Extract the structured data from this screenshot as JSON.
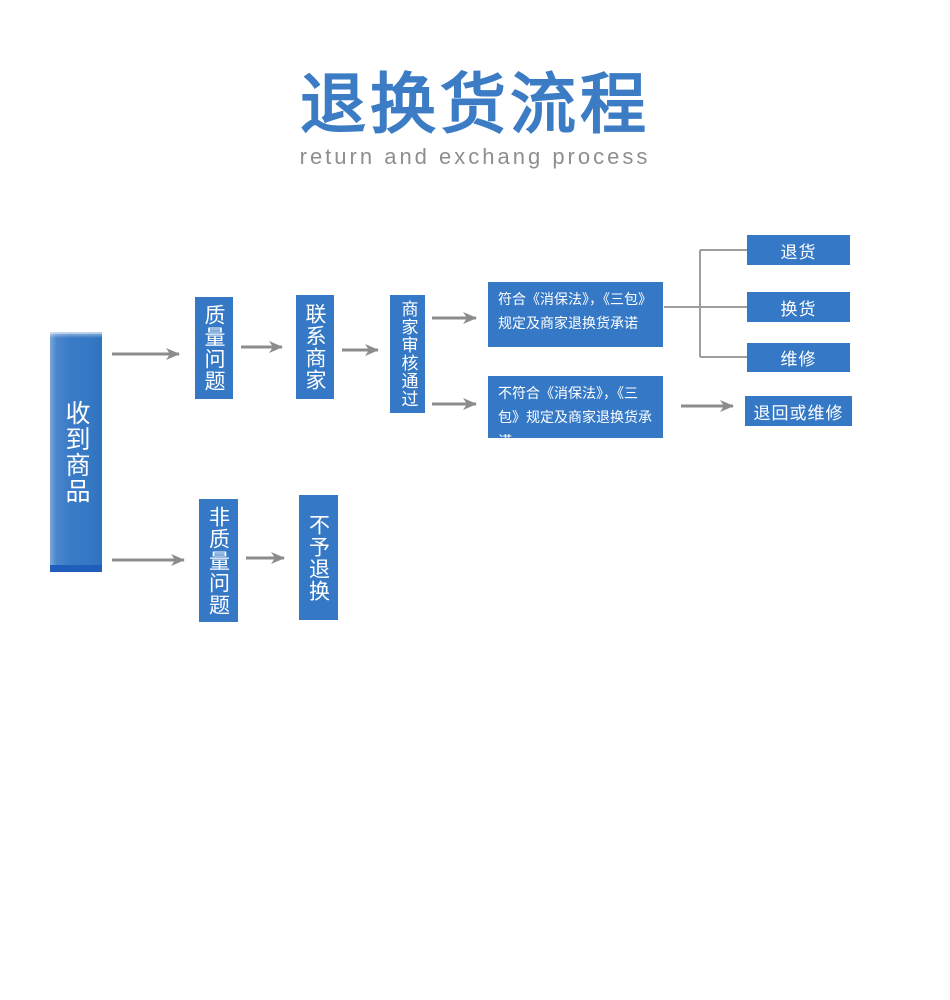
{
  "header": {
    "title_cn": "退换货流程",
    "title_en": "return  and exchang process",
    "title_color": "#3b7cc4",
    "subtitle_color": "#8e8e8e"
  },
  "theme": {
    "node_blue": "#3579c6",
    "node_blue_dark": "#1f5fbb",
    "connector_gray": "#8c8c8c",
    "background": "#ffffff"
  },
  "flow": {
    "nodes": [
      {
        "id": "start",
        "label": "收到商品"
      },
      {
        "id": "quality",
        "label": "质量问题"
      },
      {
        "id": "contact",
        "label": "联系商家"
      },
      {
        "id": "approved",
        "label": "商家审核通过"
      },
      {
        "id": "conform",
        "label": "符合《消保法》，《三包》规定及商家退换货承诺"
      },
      {
        "id": "not-conform",
        "label": "不符合《消保法》，《三包》规定及商家退换货承诺"
      },
      {
        "id": "return",
        "label": "退货"
      },
      {
        "id": "exchange",
        "label": "换货"
      },
      {
        "id": "repair",
        "label": "维修"
      },
      {
        "id": "send-back",
        "label": "退回或维修"
      },
      {
        "id": "non-quality",
        "label": "非质量问题"
      },
      {
        "id": "no-return",
        "label": "不予退换"
      }
    ],
    "edges": [
      {
        "from": "start",
        "to": "quality",
        "type": "arrow"
      },
      {
        "from": "quality",
        "to": "contact",
        "type": "arrow"
      },
      {
        "from": "contact",
        "to": "approved",
        "type": "arrow"
      },
      {
        "from": "approved",
        "to": "conform",
        "type": "arrow"
      },
      {
        "from": "approved",
        "to": "not-conform",
        "type": "arrow"
      },
      {
        "from": "conform",
        "to": "return",
        "type": "bracket"
      },
      {
        "from": "conform",
        "to": "exchange",
        "type": "bracket"
      },
      {
        "from": "conform",
        "to": "repair",
        "type": "bracket"
      },
      {
        "from": "not-conform",
        "to": "send-back",
        "type": "arrow"
      },
      {
        "from": "start",
        "to": "non-quality",
        "type": "arrow"
      },
      {
        "from": "non-quality",
        "to": "no-return",
        "type": "arrow"
      }
    ]
  }
}
